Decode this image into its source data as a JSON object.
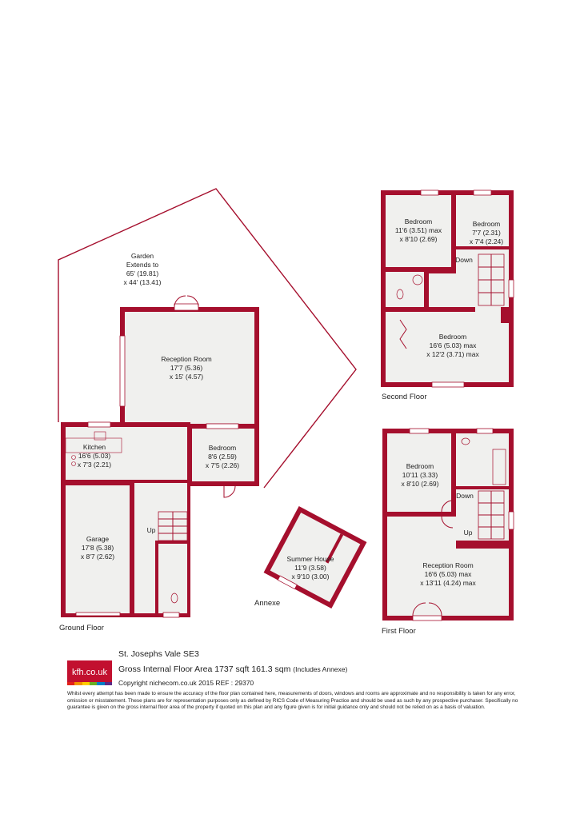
{
  "plan": {
    "garden": {
      "name": "Garden",
      "line1": "Extends to",
      "line2": "65' (19.81)",
      "line3": "x 44' (13.41)"
    },
    "ground_floor": {
      "label": "Ground Floor",
      "reception": {
        "name": "Reception Room",
        "dim1": "17'7 (5.36)",
        "dim2": "x 15' (4.57)"
      },
      "kitchen": {
        "name": "Kitchen",
        "dim1": "16'6 (5.03)",
        "dim2": "x 7'3 (2.21)"
      },
      "bedroom": {
        "name": "Bedroom",
        "dim1": "8'6 (2.59)",
        "dim2": "x 7'5 (2.26)"
      },
      "garage": {
        "name": "Garage",
        "dim1": "17'8 (5.38)",
        "dim2": "x 8'7 (2.62)"
      },
      "up": "Up"
    },
    "annexe": {
      "label": "Annexe",
      "summer_house": {
        "name": "Summer House",
        "dim1": "11'9 (3.58)",
        "dim2": "x 9'10 (3.00)"
      }
    },
    "second_floor": {
      "label": "Second Floor",
      "bedroom_left": {
        "name": "Bedroom",
        "dim1": "11'6 (3.51) max",
        "dim2": "x 8'10 (2.69)"
      },
      "bedroom_right": {
        "name": "Bedroom",
        "dim1": "7'7 (2.31)",
        "dim2": "x 7'4 (2.24)"
      },
      "bedroom_main": {
        "name": "Bedroom",
        "dim1": "16'6 (5.03) max",
        "dim2": "x 12'2 (3.71) max"
      },
      "down": "Down"
    },
    "first_floor": {
      "label": "First Floor",
      "bedroom": {
        "name": "Bedroom",
        "dim1": "10'11 (3.33)",
        "dim2": "x 8'10 (2.69)"
      },
      "reception": {
        "name": "Reception Room",
        "dim1": "16'6 (5.03) max",
        "dim2": "x 13'11 (4.24) max"
      },
      "down": "Down",
      "up": "Up"
    }
  },
  "footer": {
    "logo_text": "kfh.co.uk",
    "address": "St. Josephs Vale  SE3",
    "gia": "Gross Internal Floor Area 1737 sqft 161.3 sqm",
    "gia_note": "(Includes Annexe)",
    "copyright": "Copyright nichecom.co.uk 2015 REF : 29370",
    "disclaimer": "Whilst every attempt has been made to ensure the accuracy of the floor plan contained here, measurements of doors, windows and rooms are approximate and no responsibility is taken for any error, omission or misstatement.  These plans are for representation purposes only as defined by RICS Code of Measuring Practice and should be used as such by any prospective purchaser.  Specifically no guarantee is given on the gross internal floor area of the property if quoted on this plan and any figure given is for initial guidance only and should not be relied on as a basis of valuation.",
    "logo_colors": [
      "#e32119",
      "#f39200",
      "#ffcc00",
      "#6ab023",
      "#0080c6",
      "#5b2a86"
    ]
  }
}
